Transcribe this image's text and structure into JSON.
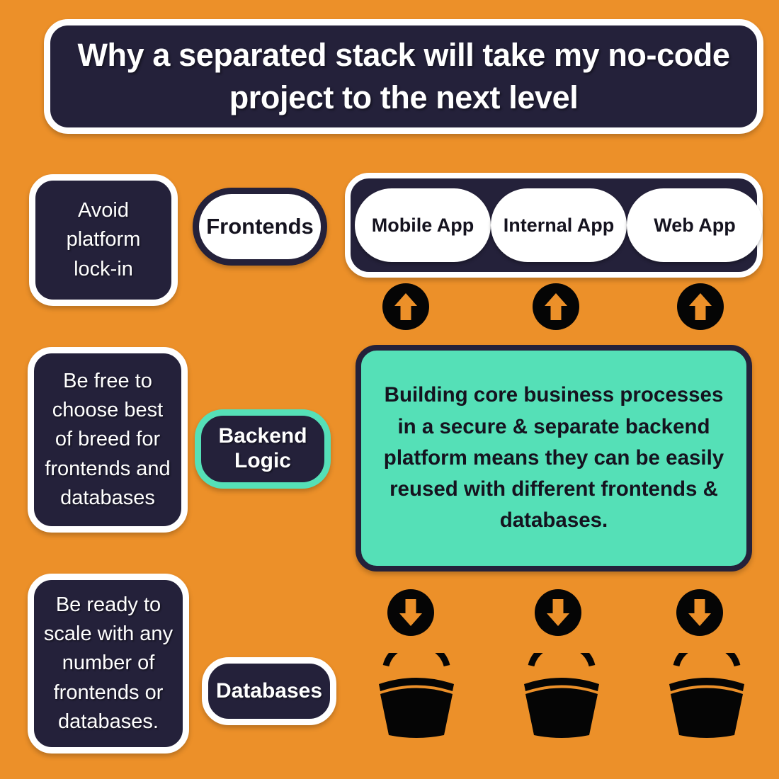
{
  "theme": {
    "background": "#EC9029",
    "navy": "#24213a",
    "white": "#FFFFFF",
    "mint": "#55E0B7",
    "black": "#050505",
    "text_dark": "#15131F"
  },
  "header": {
    "title": "Why a separated stack will take my no-code project to the next level"
  },
  "benefits": [
    {
      "text": "Avoid platform lock-in"
    },
    {
      "text": "Be free to choose best of breed for frontends and databases"
    },
    {
      "text": "Be ready to scale with any number of frontends or databases."
    }
  ],
  "layers": [
    {
      "key": "frontends",
      "label": "Frontends"
    },
    {
      "key": "backend",
      "label": "Backend Logic"
    },
    {
      "key": "databases",
      "label": "Databases"
    }
  ],
  "frontends": {
    "apps": [
      {
        "label": "Mobile App"
      },
      {
        "label": "Internal App"
      },
      {
        "label": "Web App"
      }
    ]
  },
  "backend": {
    "description": "Building core business processes in a secure & separate backend platform means they can be easily reused with different frontends & databases."
  },
  "connectors": {
    "up": [
      {
        "icon": "arrow-up-icon"
      },
      {
        "icon": "arrow-up-icon"
      },
      {
        "icon": "arrow-up-icon"
      }
    ],
    "down": [
      {
        "icon": "arrow-down-icon"
      },
      {
        "icon": "arrow-down-icon"
      },
      {
        "icon": "arrow-down-icon"
      }
    ]
  },
  "databases": {
    "items": [
      {
        "icon": "bucket-icon"
      },
      {
        "icon": "bucket-icon"
      },
      {
        "icon": "bucket-icon"
      }
    ]
  }
}
